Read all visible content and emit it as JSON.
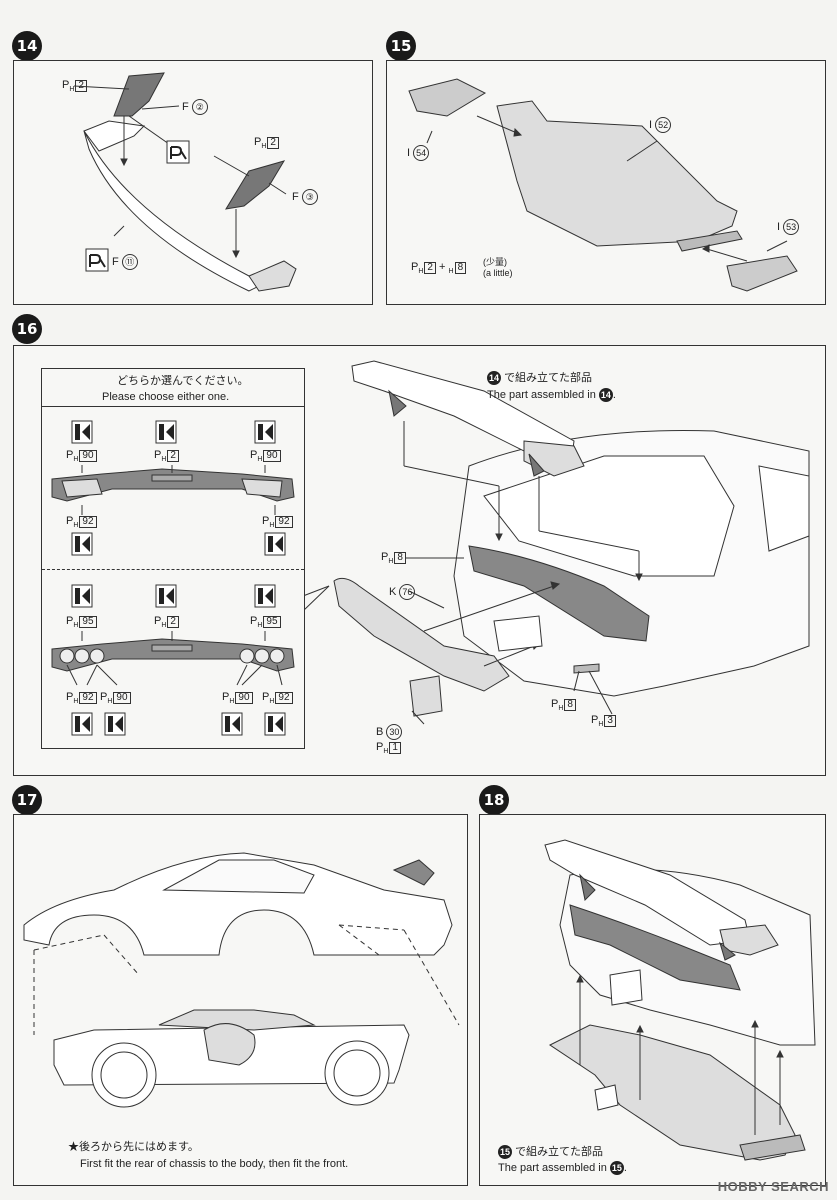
{
  "steps": {
    "s14": {
      "num": "14",
      "labels": {
        "ph2_a": "2",
        "f2": "F",
        "f2n": "②",
        "ph2_b": "2",
        "f3": "F",
        "f3n": "③",
        "f11": "F",
        "f11n": "⑪"
      }
    },
    "s15": {
      "num": "15",
      "labels": {
        "i54": "I",
        "i54n": "54",
        "i52": "I",
        "i52n": "52",
        "i53": "I",
        "i53n": "53",
        "glue_a": "2",
        "glue_b": "8",
        "glue_ja": "(少量)",
        "glue_en": "(a little)"
      }
    },
    "s16": {
      "num": "16",
      "choose_ja": "どちらか選んでください。",
      "choose_en": "Please choose either one.",
      "top_option": {
        "ph90_l": "90",
        "ph2": "2",
        "ph90_r": "90",
        "ph92_l": "92",
        "ph92_r": "92"
      },
      "bottom_option": {
        "ph95_l": "95",
        "ph2": "2",
        "ph95_r": "95",
        "ph92_l": "92",
        "ph90_l": "90",
        "ph90_r": "90",
        "ph92_r": "92"
      },
      "assembled_ja": "で組み立てた部品",
      "assembled_en": "The part assembled in",
      "assembled_ref": "14",
      "parts": {
        "ph8_a": "8",
        "k": "K",
        "k76": "76",
        "ph8_b": "8",
        "ph3": "3",
        "b": "B",
        "b30": "30",
        "ph1": "1"
      }
    },
    "s17": {
      "num": "17",
      "note_ja": "★後ろから先にはめます。",
      "note_en": "First fit the rear of chassis to the body, then fit the front."
    },
    "s18": {
      "num": "18",
      "assembled_ja": "で組み立てた部品",
      "assembled_en": "The part assembled in",
      "assembled_ref": "15"
    }
  },
  "watermark": "HOBBY SEARCH",
  "colors": {
    "line": "#333333",
    "fill_dark": "#9a9a9a",
    "fill_mid": "#c8c8c8",
    "paper": "#f7f7f5"
  }
}
